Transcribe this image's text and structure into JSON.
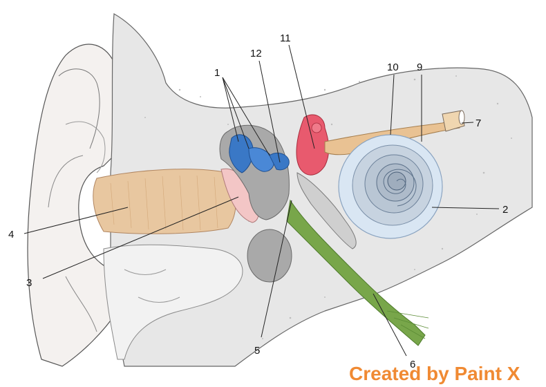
{
  "labels": {
    "l1": "1",
    "l2": "2",
    "l3": "3",
    "l4": "4",
    "l5": "5",
    "l6": "6",
    "l7": "7",
    "l9": "9",
    "l10": "10",
    "l11": "11",
    "l12": "12"
  },
  "watermark": "Created by Paint X",
  "colors": {
    "bone": "#e7e7e7",
    "skin": "#f4f1ef",
    "ear_canal": "#e8c7a0",
    "eardrum": "#f3c6c6",
    "ossicles": "#3a78c6",
    "nerve": "#78a64a",
    "vestibule": "#e85a6e",
    "cochlea": "#d9e6f3",
    "cochlear_nerve": "#e9c293",
    "cavity": "#a9a9a9",
    "watermark": "#f08a33"
  }
}
